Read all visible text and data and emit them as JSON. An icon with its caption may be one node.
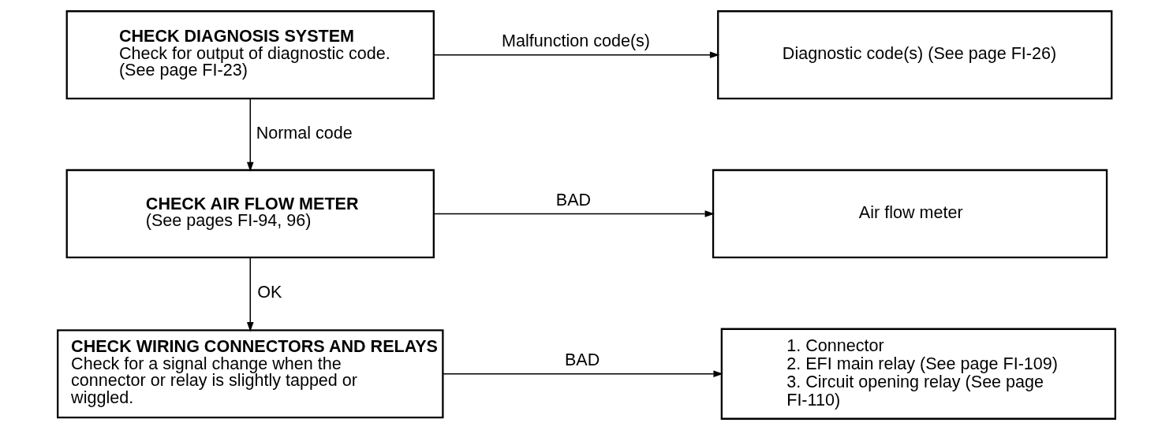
{
  "diagram": {
    "nodes": [
      {
        "text": [
          "CHECK DIAGNOSIS SYSTEM",
          "Check for output of diagnostic code. (See page FI-23)"
        ]
      },
      {
        "text": [
          "Diagnostic code(s) (See page FI-26)"
        ]
      },
      {
        "text": [
          "CHECK AIR FLOW METER",
          "(See pages FI-94, 96)"
        ]
      },
      {
        "text": [
          "Air flow meter"
        ]
      },
      {
        "text": [
          "CHECK WIRING CONNECTORS AND RELAYS",
          "Check for a signal change when the connector or relay is slightly tapped or wiggled."
        ]
      },
      {
        "text": [
          "1. Connector",
          "2. EFI main relay (See page FI-109)",
          "3. Circuit opening relay (See page FI-110)"
        ]
      }
    ],
    "edges": [
      {
        "from": 0,
        "to": 1,
        "arrow": "to",
        "label": "Malfunction code(s)"
      },
      {
        "from": 0,
        "to": 2,
        "arrow": "to",
        "label": "Normal code"
      },
      {
        "from": 2,
        "to": 3,
        "arrow": "to",
        "label": "BAD"
      },
      {
        "from": 2,
        "to": 4,
        "arrow": "to",
        "label": "OK"
      },
      {
        "from": 4,
        "to": 5,
        "arrow": "to",
        "label": "BAD"
      }
    ]
  }
}
